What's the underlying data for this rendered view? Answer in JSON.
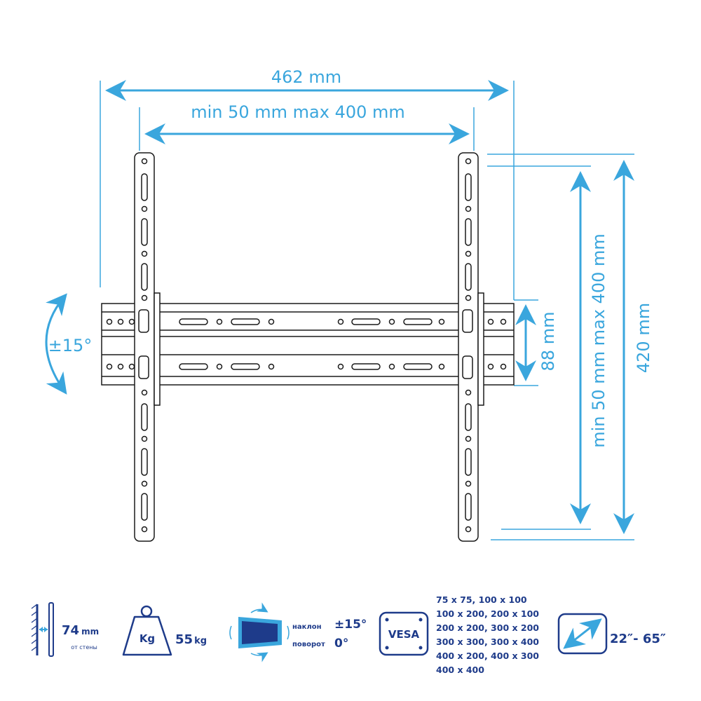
{
  "dimensions": {
    "width_total": "462 mm",
    "width_vesa": "min 50 mm max 400 mm",
    "height_vesa": "min 50 mm max 400 mm",
    "height_total": "420 mm",
    "bar_height": "88 mm",
    "tilt": "±15°"
  },
  "specs": {
    "wall_distance": {
      "value": "74",
      "unit": "mm",
      "caption": "от стены"
    },
    "max_load": {
      "icon_label": "Kg",
      "value": "55",
      "unit": "kg"
    },
    "motion": {
      "tilt_label": "наклон",
      "tilt_value": "±15°",
      "swivel_label": "поворот",
      "swivel_value": "0°"
    },
    "vesa": {
      "badge": "VESA",
      "sizes": [
        "75 x 75, 100 x 100",
        "100 x 200, 200 x 100",
        "200 x 200, 300 x 200",
        "300 x 300, 300 x 400",
        "400 x 200, 400 x 300",
        "400 x 400"
      ]
    },
    "screen_size": "22″- 65″"
  },
  "colors": {
    "accent": "#3aa6dd",
    "icon": "#1e3b8a",
    "line": "#1a1a1a"
  }
}
